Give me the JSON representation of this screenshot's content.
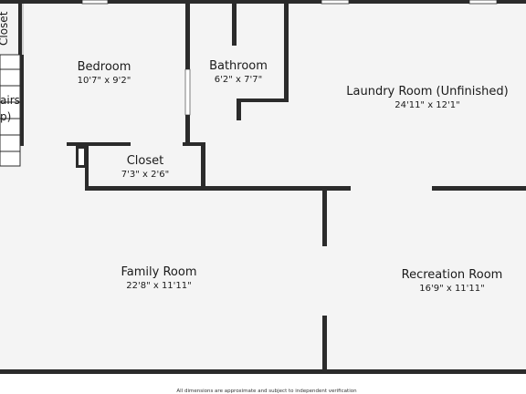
{
  "floor_plan": {
    "rooms": [
      {
        "key": "bedroom",
        "name": "Bedroom",
        "dimensions": "10'7\" x 9'2\""
      },
      {
        "key": "bathroom",
        "name": "Bathroom",
        "dimensions": "6'2\" x 7'7\""
      },
      {
        "key": "laundry",
        "name": "Laundry Room (Unfinished)",
        "dimensions": "24'11\" x 12'1\""
      },
      {
        "key": "closet",
        "name": "Closet",
        "dimensions": "7'3\" x 2'6\""
      },
      {
        "key": "family",
        "name": "Family Room",
        "dimensions": "22'8\" x 11'11\""
      },
      {
        "key": "recreation",
        "name": "Recreation Room",
        "dimensions": "16'9\" x 11'11\""
      }
    ],
    "partial_labels": {
      "closet_left": "Closet",
      "stairs": "airs",
      "stairs_dir": "p)"
    },
    "footer": "All dimensions are approximate and subject to independent verification",
    "colors": {
      "wall": "#2b2b2b",
      "floor": "#f4f4f4",
      "background": "#ffffff"
    }
  }
}
